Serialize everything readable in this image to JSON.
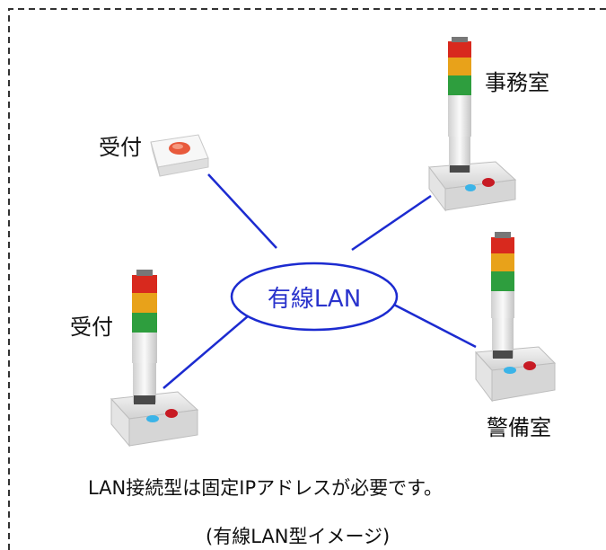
{
  "diagram": {
    "hub_label": "有線LAN",
    "devices": [
      {
        "label": "受付"
      },
      {
        "label": "事務室"
      },
      {
        "label": "受付"
      },
      {
        "label": "警備室"
      }
    ],
    "caption": "LAN接続型は固定IPアドレスが必要です。",
    "subcaption": "(有線LAN型イメージ)"
  },
  "colors": {
    "line": "#1c2bd0",
    "border": "#333333",
    "lamp_red": "#d8291e",
    "lamp_amber": "#e8a21a",
    "lamp_green": "#2e9e3e"
  },
  "icons": [
    "signal-tower-icon",
    "wireless-button-icon"
  ]
}
